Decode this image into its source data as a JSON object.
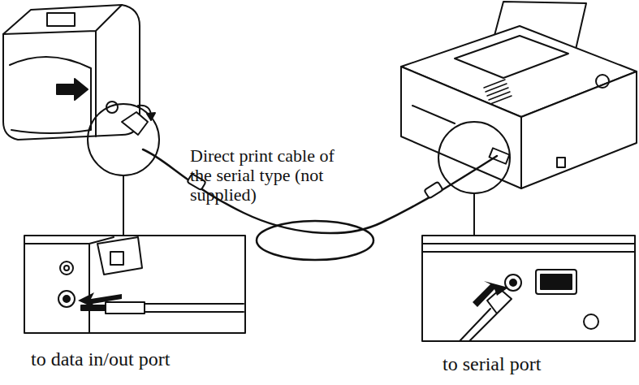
{
  "diagram": {
    "labels": [
      "Direct print cable of the serial type (not supplied)",
      "to data in/out port",
      "to serial port"
    ]
  }
}
